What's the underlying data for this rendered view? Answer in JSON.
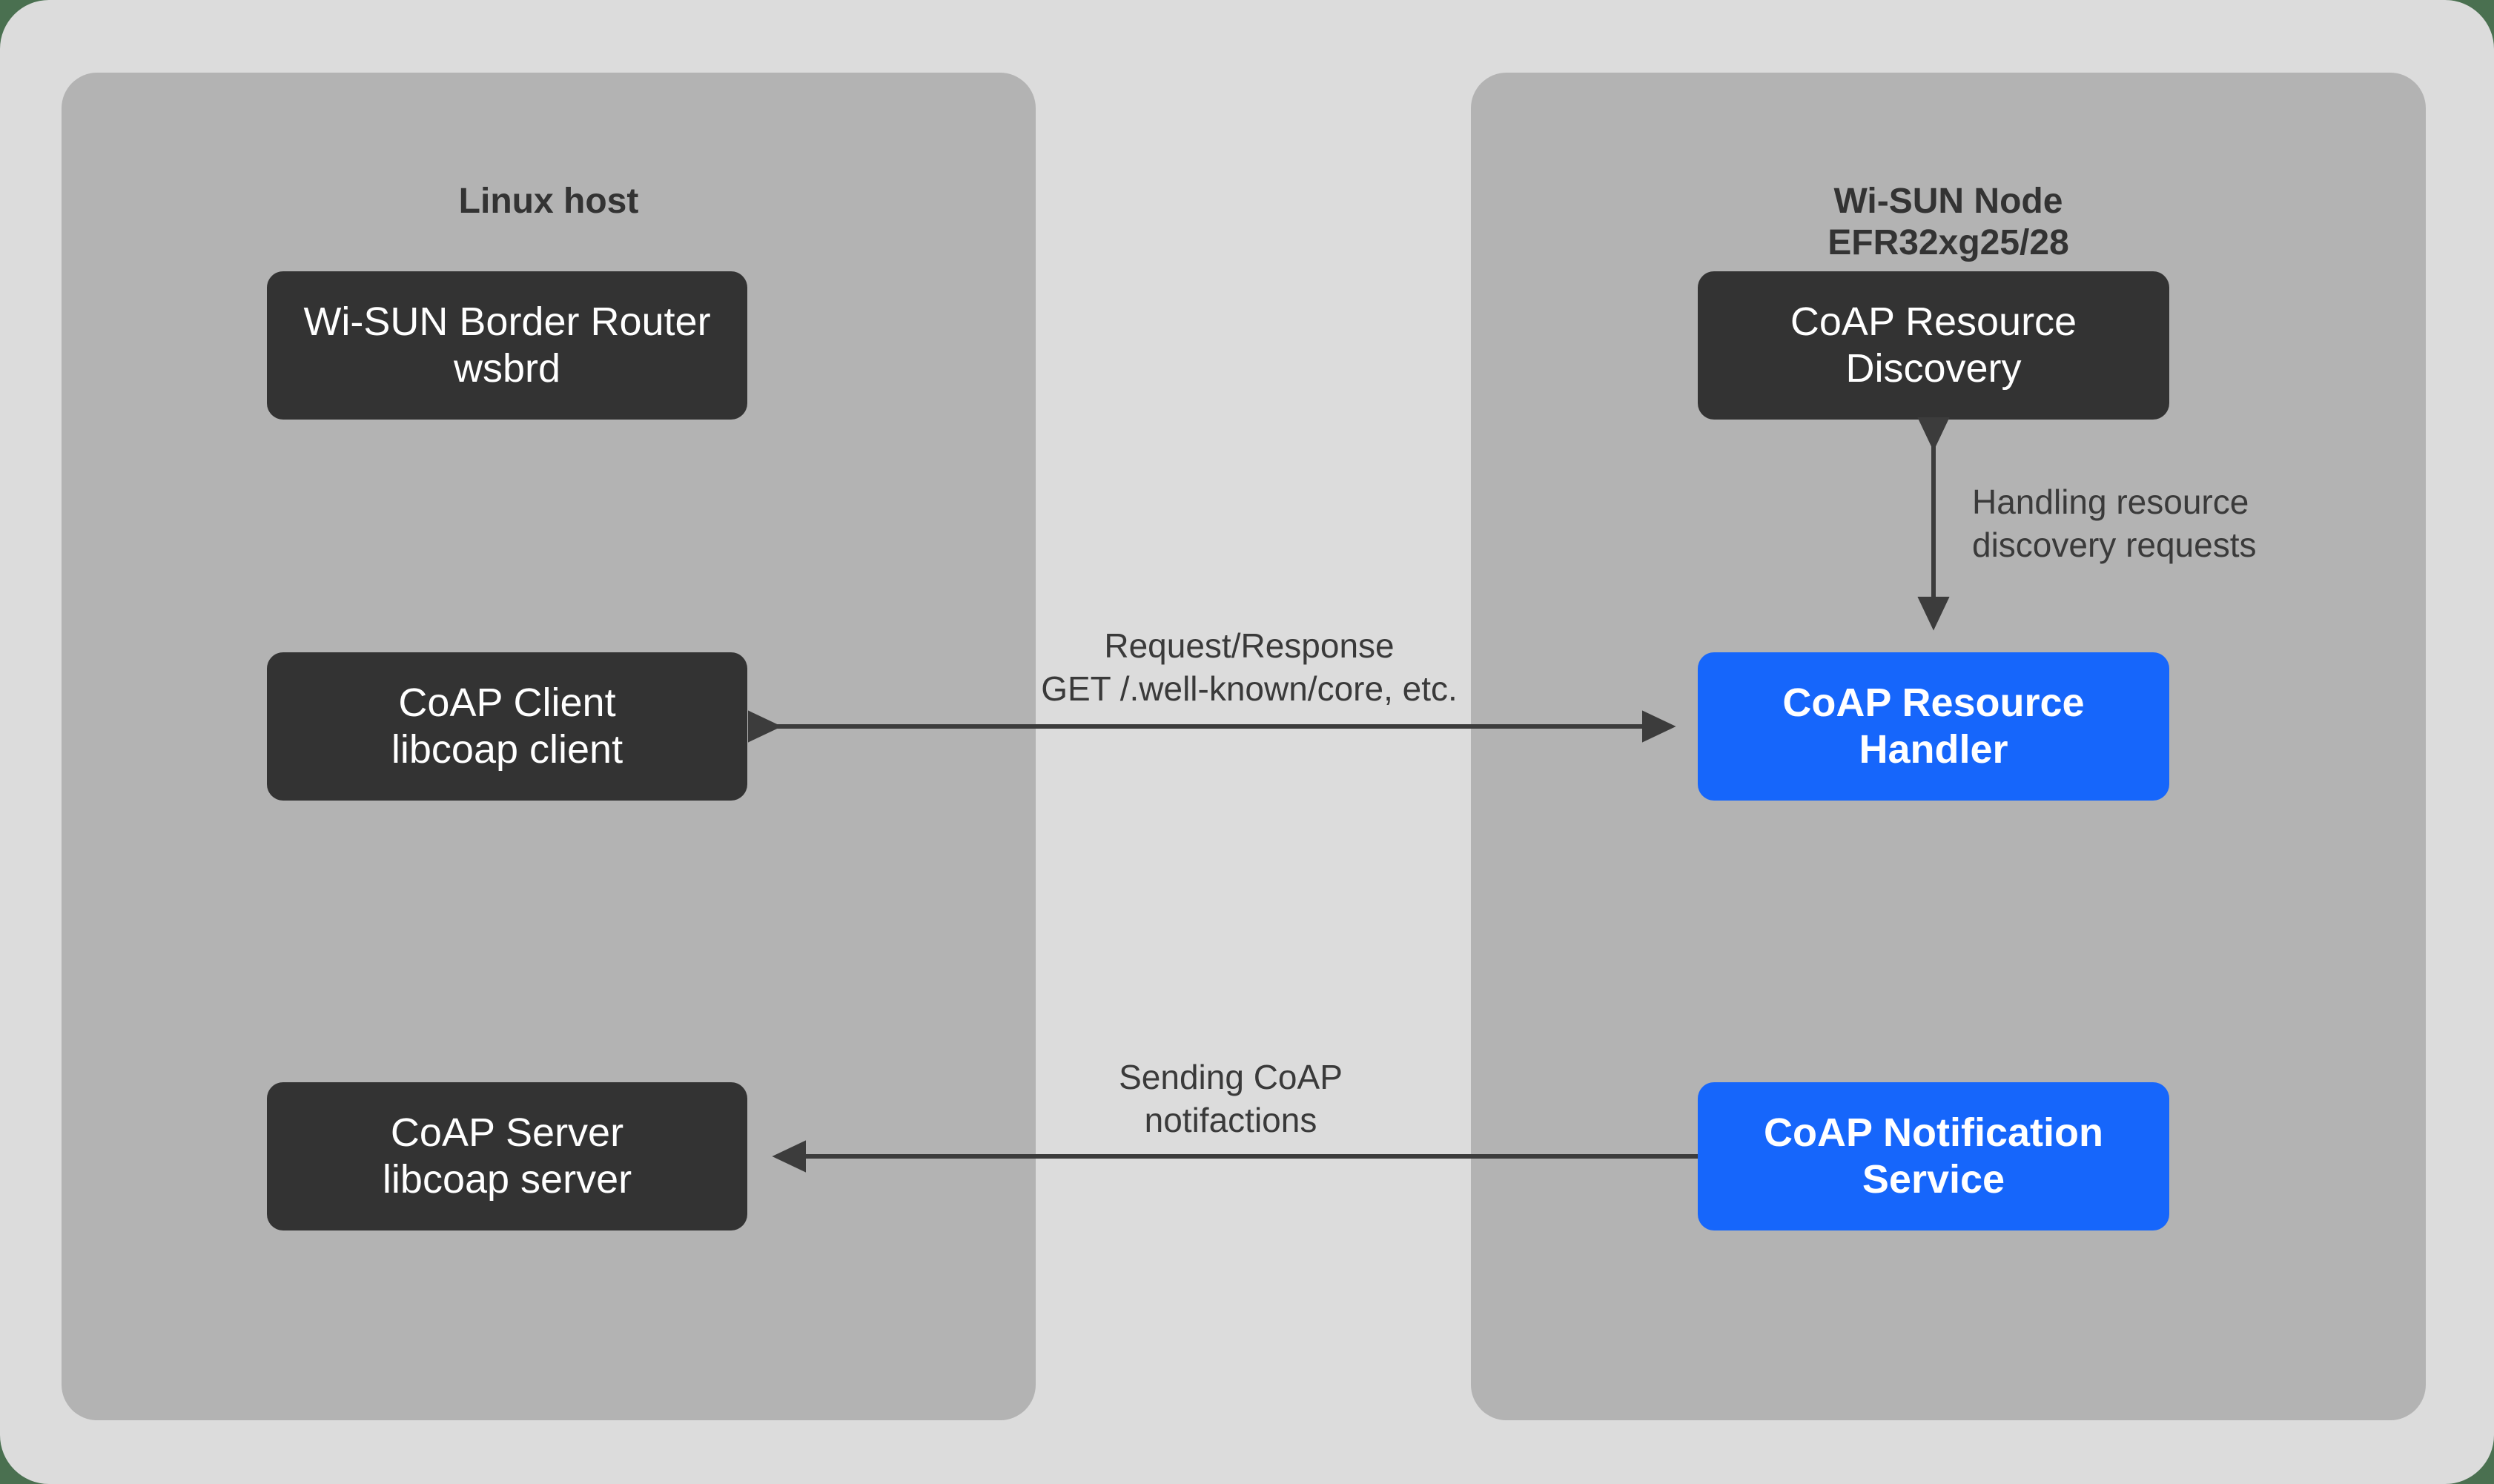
{
  "panels": {
    "left": {
      "title": "Linux host",
      "boxes": [
        {
          "lines": [
            "Wi-SUN Border Router",
            "wsbrd"
          ]
        },
        {
          "lines": [
            "CoAP Client",
            "libcoap client"
          ]
        },
        {
          "lines": [
            "CoAP Server",
            "libcoap server"
          ]
        }
      ]
    },
    "right": {
      "title_lines": [
        "Wi-SUN Node",
        "EFR32xg25/28"
      ],
      "boxes": [
        {
          "lines": [
            "CoAP Resource",
            "Discovery"
          ],
          "style": "dark"
        },
        {
          "lines": [
            "CoAP Resource",
            "Handler"
          ],
          "style": "blue"
        },
        {
          "lines": [
            "CoAP Notification",
            "Service"
          ],
          "style": "blue"
        }
      ]
    }
  },
  "arrows": [
    {
      "id": "request-response",
      "label_lines": [
        "Request/Response",
        "GET /.well-known/core, etc."
      ],
      "from": "CoAP Resource Handler",
      "to": "CoAP Client",
      "direction": "double"
    },
    {
      "id": "resource-discovery",
      "label_lines": [
        "Handling resource",
        "discovery requests"
      ],
      "from": "CoAP Resource Handler",
      "to": "CoAP Resource Discovery",
      "direction": "double"
    },
    {
      "id": "notification",
      "label_lines": [
        "Sending CoAP",
        "notifactions"
      ],
      "from": "CoAP Notification Service",
      "to": "CoAP Server",
      "direction": "single"
    }
  ],
  "colors": {
    "backdrop": "#4a7050",
    "surface": "#dcdcdc",
    "panel": "#b3b3b3",
    "box_dark": "#333333",
    "box_blue": "#1666fb",
    "box_text": "#ffffff",
    "arrow": "#3c3c3c",
    "label_text": "#3a3a3a"
  }
}
